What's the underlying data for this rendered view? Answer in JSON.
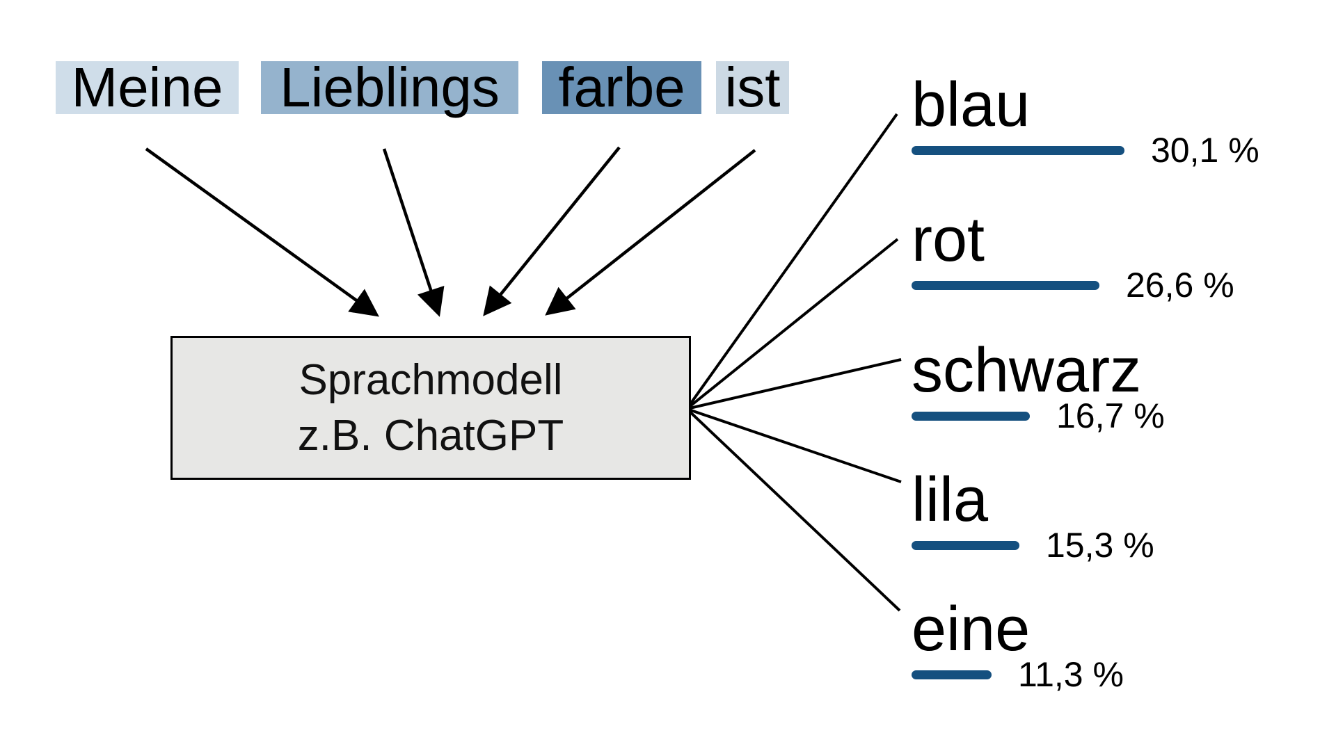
{
  "prompt": {
    "tokens": [
      {
        "text": "Meine",
        "highlight_color": "#cfdde9"
      },
      {
        "text": "Lieblings",
        "highlight_color": "#95b3cd"
      },
      {
        "text": "farbe",
        "highlight_color": "#6991b5"
      },
      {
        "text": "ist",
        "highlight_color": "#ccd9e4"
      }
    ]
  },
  "model": {
    "line1": "Sprachmodell",
    "line2": "z.B. ChatGPT",
    "fill_color": "#e7e7e5",
    "border_color": "#000000"
  },
  "predictions": [
    {
      "word": "blau",
      "probability_label": "30,1 %",
      "probability_percent": 30.1
    },
    {
      "word": "rot",
      "probability_label": "26,6 %",
      "probability_percent": 26.6
    },
    {
      "word": "schwarz",
      "probability_label": "16,7 %",
      "probability_percent": 16.7
    },
    {
      "word": "lila",
      "probability_label": "15,3 %",
      "probability_percent": 15.3
    },
    {
      "word": "eine",
      "probability_label": "11,3 %",
      "probability_percent": 11.3
    }
  ],
  "colors": {
    "bar": "#15507f",
    "connector": "#000000"
  },
  "chart_data": {
    "type": "bar",
    "categories": [
      "blau",
      "rot",
      "schwarz",
      "lila",
      "eine"
    ],
    "values": [
      30.1,
      26.6,
      16.7,
      15.3,
      11.3
    ],
    "title": "",
    "xlabel": "",
    "ylabel": "",
    "value_labels": [
      "30,1 %",
      "26,6 %",
      "16,7 %",
      "15,3 %",
      "11,3 %"
    ],
    "orientation": "horizontal",
    "bar_color": "#15507f"
  }
}
